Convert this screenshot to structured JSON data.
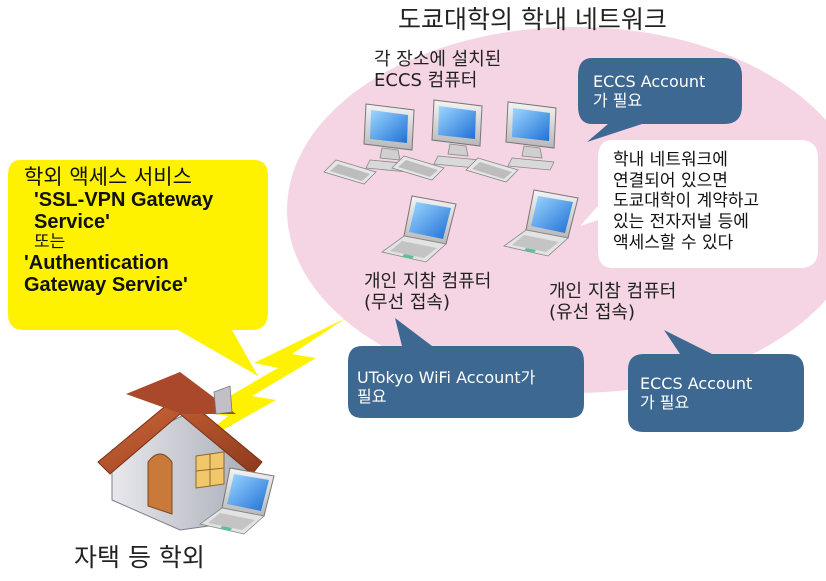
{
  "campus": {
    "title": "도쿄대학의 학내 네트워크",
    "ecc_label": [
      "각 장소에 설치된",
      "ECCS 컴퓨터"
    ],
    "wireless_label": [
      "개인 지참 컴퓨터",
      "(무선 접속)"
    ],
    "wired_label": [
      "개인 지참 컴퓨터",
      "(유선 접속)"
    ],
    "journal_note": [
      "학내 네트워크에",
      "연결되어 있으면",
      "도쿄대학이 계약하고",
      "있는 전자저널 등에",
      "액세스할 수 있다"
    ]
  },
  "callouts": {
    "ecc_account": [
      "ECCS Account",
      "가 필요"
    ],
    "wifi_account": [
      "UTokyo WiFi Account가",
      "필요"
    ],
    "wired_account": [
      "ECCS Account",
      "가 필요"
    ]
  },
  "offcampus": {
    "title": "학외 액세스 서비스",
    "service1": [
      "'SSL-VPN Gateway",
      "Service'"
    ],
    "or": "또는",
    "service2": [
      "'Authentication",
      "Gateway Service'"
    ],
    "home_label": "자택 등 학외"
  },
  "colors": {
    "campus_cloud": "#f5d4e3",
    "callout_blue": "#3d6891",
    "offcampus_yellow": "#fff200",
    "roof": "#b5532a"
  },
  "icons": [
    "desktop-computer-icon",
    "laptop-icon",
    "house-icon",
    "lightning-bolt-icon"
  ]
}
